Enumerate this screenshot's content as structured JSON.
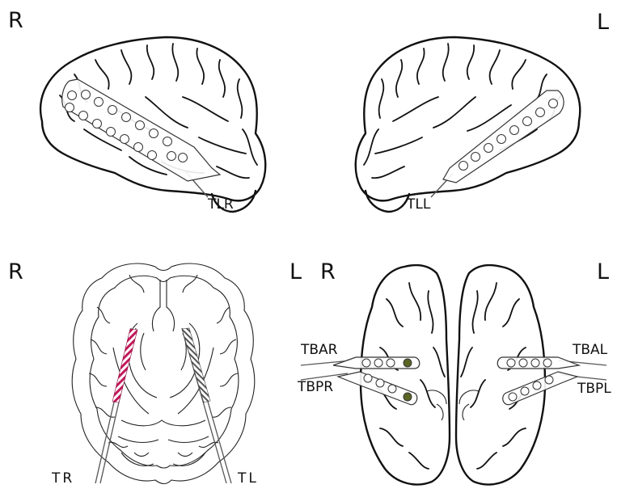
{
  "panels": {
    "lateral_right": {
      "side_label": "R",
      "electrode": "TLR"
    },
    "lateral_left": {
      "side_label": "L",
      "electrode": "TLL"
    },
    "axial": {
      "side_left": "R",
      "side_right": "L",
      "depth_right": "TR",
      "depth_left": "TL"
    },
    "basal": {
      "side_left": "R",
      "side_right": "L",
      "strips": [
        "TBAR",
        "TBPR",
        "TBAL",
        "TBPL"
      ]
    }
  },
  "colors": {
    "outline": "#111111",
    "active_contact": "#5c6424",
    "depth_right_stripe": "#c2185b",
    "depth_left_stripe": "#555555"
  }
}
